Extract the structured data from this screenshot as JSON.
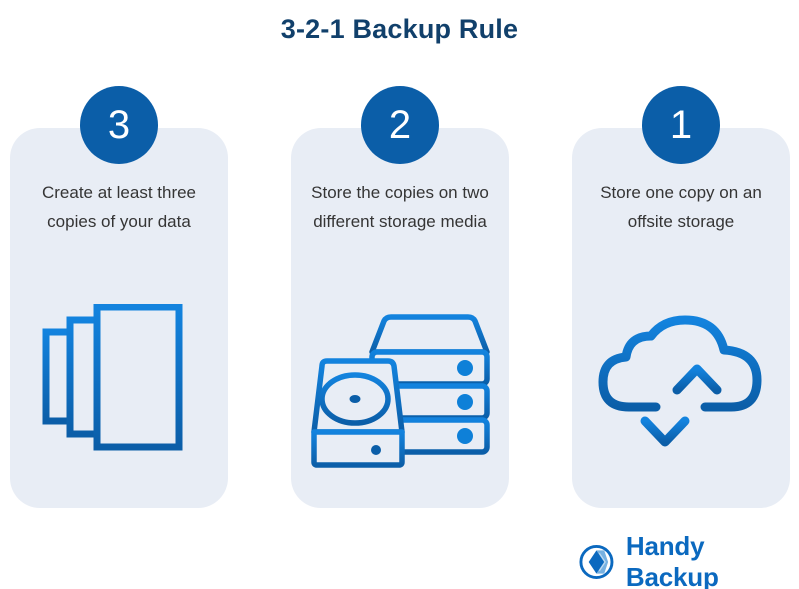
{
  "title": "3-2-1 Backup Rule",
  "colors": {
    "title": "#11406B",
    "card_bg": "#E8EDF5",
    "badge_bg": "#0B5EA8",
    "badge_text": "#FFFFFF",
    "caption_text": "#353535",
    "icon_stroke": "#0E73CC",
    "icon_stroke_dark": "#0B5EA8",
    "logo_blue": "#0B69BF",
    "page_bg": "#FFFFFF"
  },
  "cards": [
    {
      "number": "3",
      "caption": "Create at least three copies of your data",
      "icon_name": "three-copies-icon"
    },
    {
      "number": "2",
      "caption": "Store the copies on two different storage media",
      "icon_name": "server-and-disk-drive-icon"
    },
    {
      "number": "1",
      "caption": "Store one copy on an offsite storage",
      "icon_name": "cloud-upload-download-icon"
    }
  ],
  "logo": {
    "mark_name": "handy-backup-logo-mark",
    "text": "Handy Backup"
  }
}
